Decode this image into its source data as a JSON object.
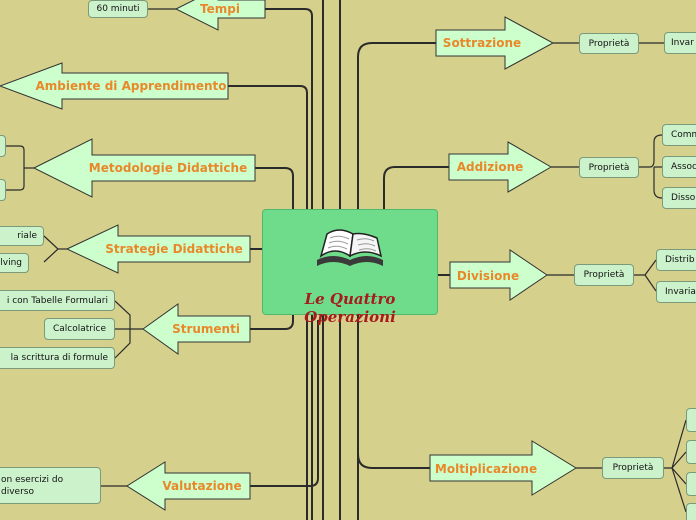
{
  "central": {
    "title": "Le Quattro Operazioni",
    "icon": "open-book-icon"
  },
  "colors": {
    "background": "#d5d08c",
    "arrow_fill": "#ccffcc",
    "arrow_label": "#e8882a",
    "central_fill": "#6fdc8c",
    "central_title": "#a61b1b",
    "line": "#2b2b2b"
  },
  "left_branches": [
    {
      "label": "Tempi",
      "children": [
        "60 minuti"
      ]
    },
    {
      "label": "Ambiente di Apprendimento",
      "children": []
    },
    {
      "label": "Metodologie Didattiche",
      "children": [
        "",
        ""
      ]
    },
    {
      "label": "Strategie Didattiche",
      "children": [
        "riale",
        "lving"
      ]
    },
    {
      "label": "Strumenti",
      "children": [
        "i con Tabelle Formulari",
        "Calcolatrice",
        "la scrittura di formule"
      ]
    },
    {
      "label": "Valutazione",
      "children": [
        "on esercizi do diverso"
      ]
    }
  ],
  "right_branches": [
    {
      "label": "Sottrazione",
      "property": "Proprietà",
      "children": [
        "Invar"
      ]
    },
    {
      "label": "Addizione",
      "property": "Proprietà",
      "children": [
        "Comm",
        "Assoc",
        "Disso"
      ]
    },
    {
      "label": "Divisione",
      "property": "Proprietà",
      "children": [
        "Distrib",
        "Invaria"
      ]
    },
    {
      "label": "Moltiplicazione",
      "property": "Proprietà",
      "children": [
        "",
        "",
        "",
        ""
      ]
    }
  ]
}
